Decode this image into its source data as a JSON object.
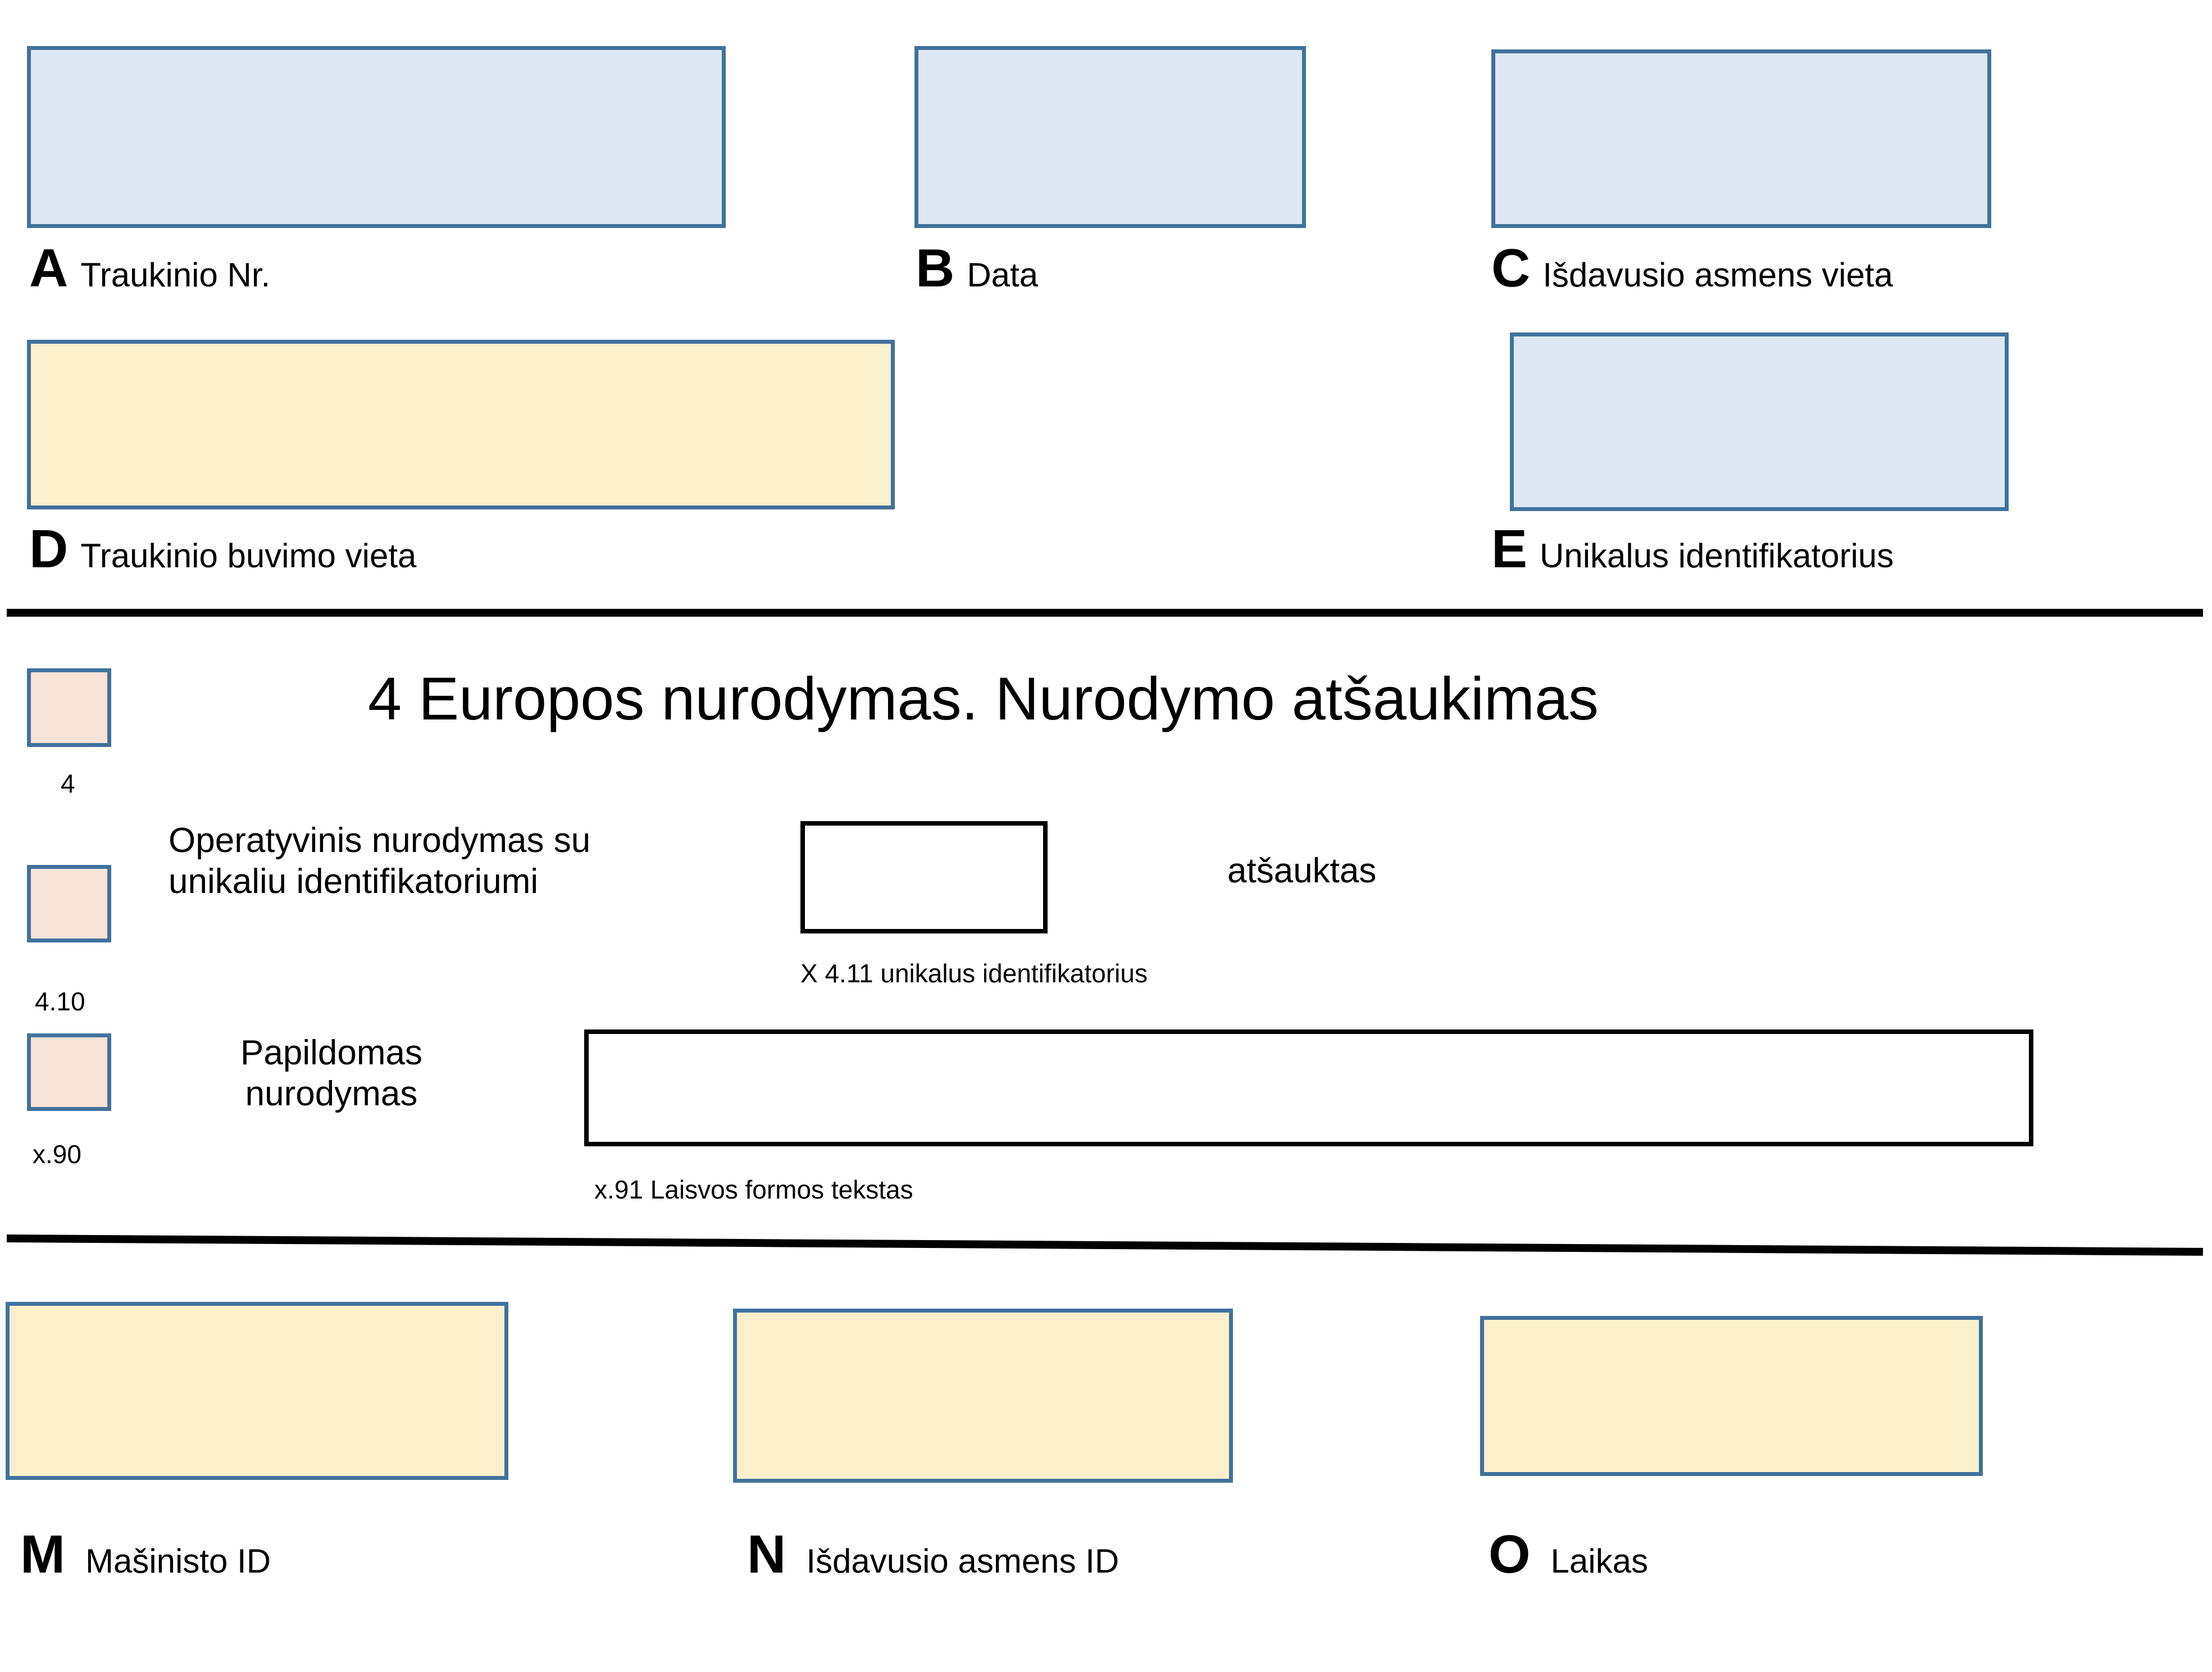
{
  "document": {
    "title": "4 Europos nurodymas. Nurodymo atšaukimas"
  },
  "header_fields": [
    {
      "letter": "A",
      "label": "Traukinio Nr.",
      "fill": "blue"
    },
    {
      "letter": "B",
      "label": "Data",
      "fill": "blue"
    },
    {
      "letter": "C",
      "label": "Išdavusio asmens vieta",
      "fill": "blue"
    },
    {
      "letter": "D",
      "label": "Traukinio buvimo vieta",
      "fill": "cream"
    },
    {
      "letter": "E",
      "label": "Unikalus identifikatorius",
      "fill": "blue"
    }
  ],
  "section": {
    "marker_main": "4",
    "rows": [
      {
        "marker": "4.10",
        "label_line1": "Operatyvinis nurodymas su",
        "label_line2": "unikaliu identifikatoriumi",
        "field_caption": "X 4.11 unikalus identifikatorius",
        "trailing_text": "atšauktas",
        "field_value": ""
      },
      {
        "marker": "x.90",
        "label_line1": "Papildomas",
        "label_line2": "nurodymas",
        "field_caption": "x.91   Laisvos formos tekstas",
        "trailing_text": "",
        "field_value": ""
      }
    ]
  },
  "footer_fields": [
    {
      "letter": "M",
      "label": "Mašinisto ID",
      "fill": "cream"
    },
    {
      "letter": "N",
      "label": "Išdavusio asmens ID",
      "fill": "cream"
    },
    {
      "letter": "O",
      "label": "Laikas",
      "fill": "cream"
    }
  ],
  "colors": {
    "box_border": "#41719C",
    "fill_blue": "#DEE8F5",
    "fill_cream": "#FCEFCC",
    "fill_pink": "#FAE3D7",
    "rule": "#000000"
  }
}
